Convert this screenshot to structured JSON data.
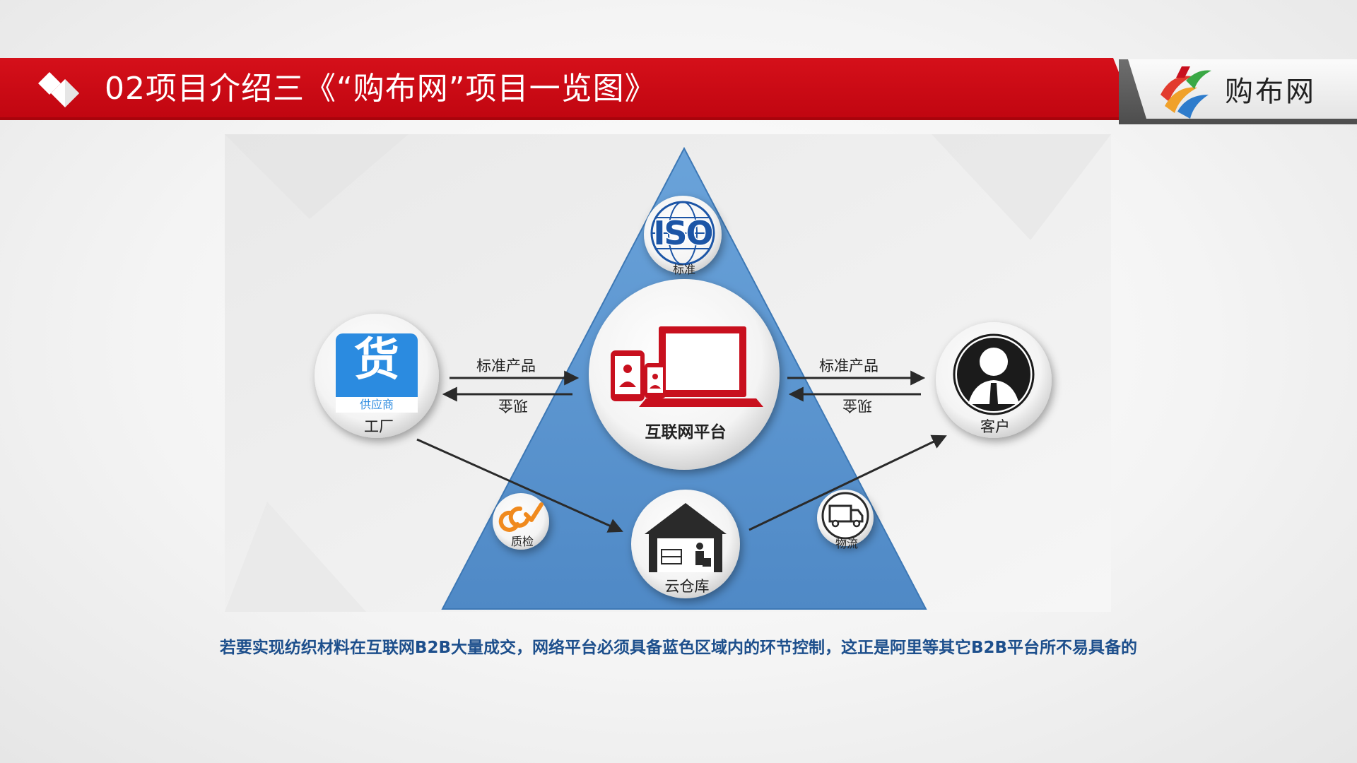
{
  "header": {
    "title": "02项目介绍三《“购布网”项目一览图》",
    "brand_name": "购布网",
    "colors": {
      "band": "#c8081a",
      "logo_tab": "#5a5a5a"
    }
  },
  "diagram": {
    "nodes": {
      "factory": {
        "label": "工厂",
        "app_glyph": "货",
        "app_caption": "供应商",
        "icon": "supplier-app-icon"
      },
      "platform": {
        "label": "互联网平台",
        "icon": "computer-phone-icon"
      },
      "customer": {
        "label": "客户",
        "icon": "user-avatar-icon"
      },
      "warehouse": {
        "label": "云仓库",
        "icon": "warehouse-icon"
      },
      "iso": {
        "label": "标准",
        "badge": "ISO",
        "icon": "iso-globe-icon"
      },
      "qc": {
        "label": "质检",
        "badge": "QC",
        "icon": "qc-check-icon"
      },
      "logistics": {
        "label": "物流",
        "icon": "truck-icon"
      }
    },
    "arrows": {
      "factory_to_platform": "标准产品",
      "platform_to_factory": "现金",
      "platform_to_customer": "标准产品",
      "customer_to_platform": "现金"
    },
    "colors": {
      "triangle": "#5a93cd",
      "brand_red": "#c8101e",
      "app_blue": "#2b8be0"
    }
  },
  "caption": "若要实现纺织材料在互联网B2B大量成交，网络平台必须具备蓝色区域内的环节控制，这正是阿里等其它B2B平台所不易具备的"
}
